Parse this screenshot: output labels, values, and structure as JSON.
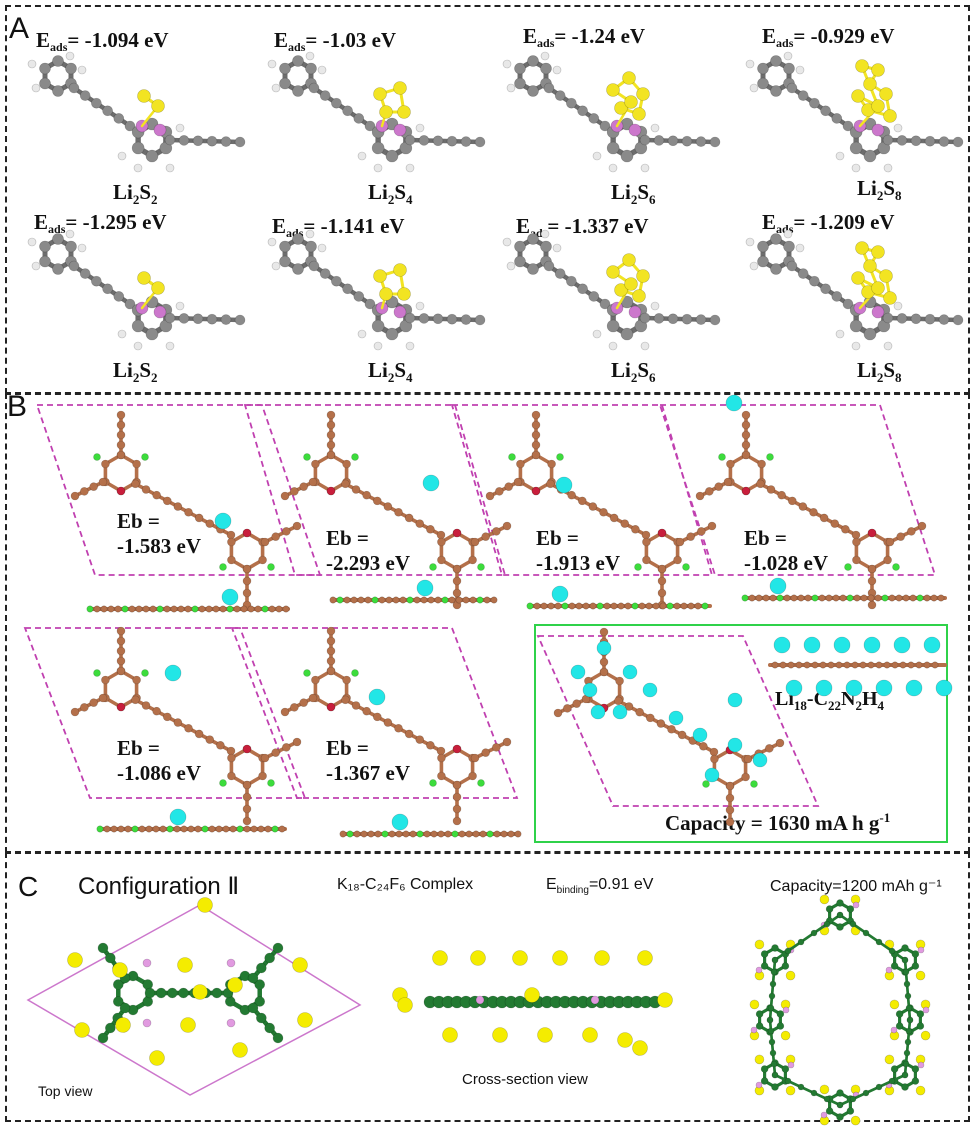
{
  "panels": {
    "a": {
      "label": "A",
      "row1": [
        {
          "eads_prefix": "E",
          "eads_sub": "ads",
          "eads_value": "= -1.094 eV",
          "species_a": "Li",
          "species_a_sub": "2",
          "species_b": "S",
          "species_b_sub": "2"
        },
        {
          "eads_prefix": "E",
          "eads_sub": "ads",
          "eads_value": "= -1.03 eV",
          "species_a": "Li",
          "species_a_sub": "2",
          "species_b": "S",
          "species_b_sub": "4"
        },
        {
          "eads_prefix": "E",
          "eads_sub": "ads",
          "eads_value": "= -1.24 eV",
          "species_a": "Li",
          "species_a_sub": "2",
          "species_b": "S",
          "species_b_sub": "6"
        },
        {
          "eads_prefix": "E",
          "eads_sub": "ads",
          "eads_value": "= -0.929 eV",
          "species_a": "Li",
          "species_a_sub": "2",
          "species_b": "S",
          "species_b_sub": "8"
        }
      ],
      "row2": [
        {
          "eads_prefix": "E",
          "eads_sub": "ads",
          "eads_value": "= -1.295 eV",
          "species_a": "Li",
          "species_a_sub": "2",
          "species_b": "S",
          "species_b_sub": "2"
        },
        {
          "eads_prefix": "E",
          "eads_sub": "ads",
          "eads_value": "= -1.141 eV",
          "species_a": "Li",
          "species_a_sub": "2",
          "species_b": "S",
          "species_b_sub": "4"
        },
        {
          "eads_prefix": "E",
          "eads_sub": "ads",
          "eads_value": "= -1.337 eV",
          "species_a": "Li",
          "species_a_sub": "2",
          "species_b": "S",
          "species_b_sub": "6"
        },
        {
          "eads_prefix": "E",
          "eads_sub": "ads",
          "eads_value": "= -1.209 eV",
          "species_a": "Li",
          "species_a_sub": "2",
          "species_b": "S",
          "species_b_sub": "8"
        }
      ]
    },
    "b": {
      "label": "B",
      "eb_label": "Eb =",
      "row1": [
        "-1.583 eV",
        "-2.293 eV",
        "-1.913 eV",
        "-1.028 eV"
      ],
      "row2": [
        "-1.086 eV",
        "-1.367 eV"
      ],
      "formula": {
        "li": "Li",
        "li_sub": "18",
        "c": "-C",
        "c_sub": "22",
        "n": "N",
        "n_sub": "2",
        "h": "H",
        "h_sub": "4"
      },
      "capacity_prefix": "Capacity =  1630 mA h g",
      "capacity_sup": "-1"
    },
    "c": {
      "label": "C",
      "configuration": "Configuration Ⅱ",
      "complex_label": "K₁₈-C₂₄F₆ Complex",
      "binding_prefix": "E",
      "binding_sub": "binding",
      "binding_value": "=0.91 eV",
      "capacity": "Capacity=1200 mAh g⁻¹",
      "top_view": "Top view",
      "cross_section_view": "Cross-section view"
    }
  },
  "colors": {
    "carbon_gray": "#8a8a8a",
    "hydrogen": "#e8e8e8",
    "sulfur": "#f2e422",
    "lithium_pink": "#cc77cc",
    "carbon_brown": "#b4704a",
    "oxygen_red": "#c81e3c",
    "fluorine_green": "#3cdc3c",
    "lithium_cyan": "#22e6e6",
    "cell_magenta": "#c040b0",
    "green_frame": "#2fd24a",
    "carbon_darkgreen": "#237a32",
    "potassium_yellow": "#f4ec00",
    "fluorine_pink": "#e19ae0"
  }
}
